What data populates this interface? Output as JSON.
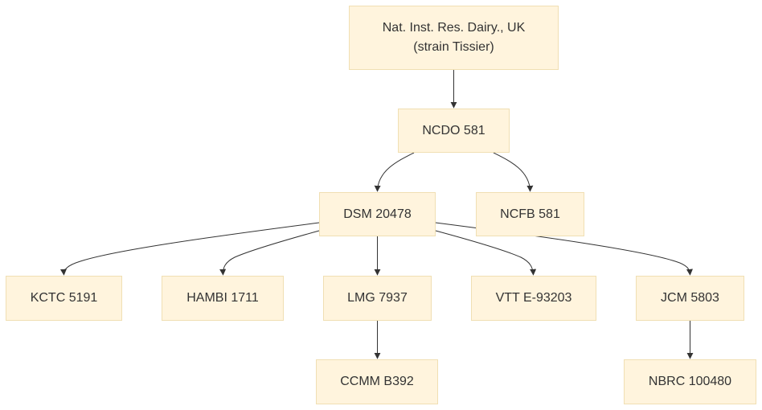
{
  "diagram": {
    "type": "flowchart",
    "direction": "top-down",
    "nodes": {
      "root": {
        "line1": "Nat. Inst. Res. Dairy., UK",
        "line2": "(strain Tissier)"
      },
      "ncdo": {
        "label": "NCDO 581"
      },
      "dsm": {
        "label": "DSM 20478"
      },
      "ncfb": {
        "label": "NCFB 581"
      },
      "kctc": {
        "label": "KCTC 5191"
      },
      "hambi": {
        "label": "HAMBI 1711"
      },
      "lmg": {
        "label": "LMG 7937"
      },
      "vtt": {
        "label": "VTT E-93203"
      },
      "jcm": {
        "label": "JCM 5803"
      },
      "ccmm": {
        "label": "CCMM B392"
      },
      "nbrc": {
        "label": "NBRC 100480"
      }
    },
    "edges": [
      {
        "from": "root",
        "to": "ncdo"
      },
      {
        "from": "ncdo",
        "to": "dsm"
      },
      {
        "from": "ncdo",
        "to": "ncfb"
      },
      {
        "from": "dsm",
        "to": "kctc"
      },
      {
        "from": "dsm",
        "to": "hambi"
      },
      {
        "from": "dsm",
        "to": "lmg"
      },
      {
        "from": "dsm",
        "to": "vtt"
      },
      {
        "from": "dsm",
        "to": "jcm"
      },
      {
        "from": "lmg",
        "to": "ccmm"
      },
      {
        "from": "jcm",
        "to": "nbrc"
      }
    ],
    "colors": {
      "node_fill": "#fff4dd",
      "node_border": "#f0dfb3",
      "edge": "#333333",
      "text": "#333333"
    }
  }
}
